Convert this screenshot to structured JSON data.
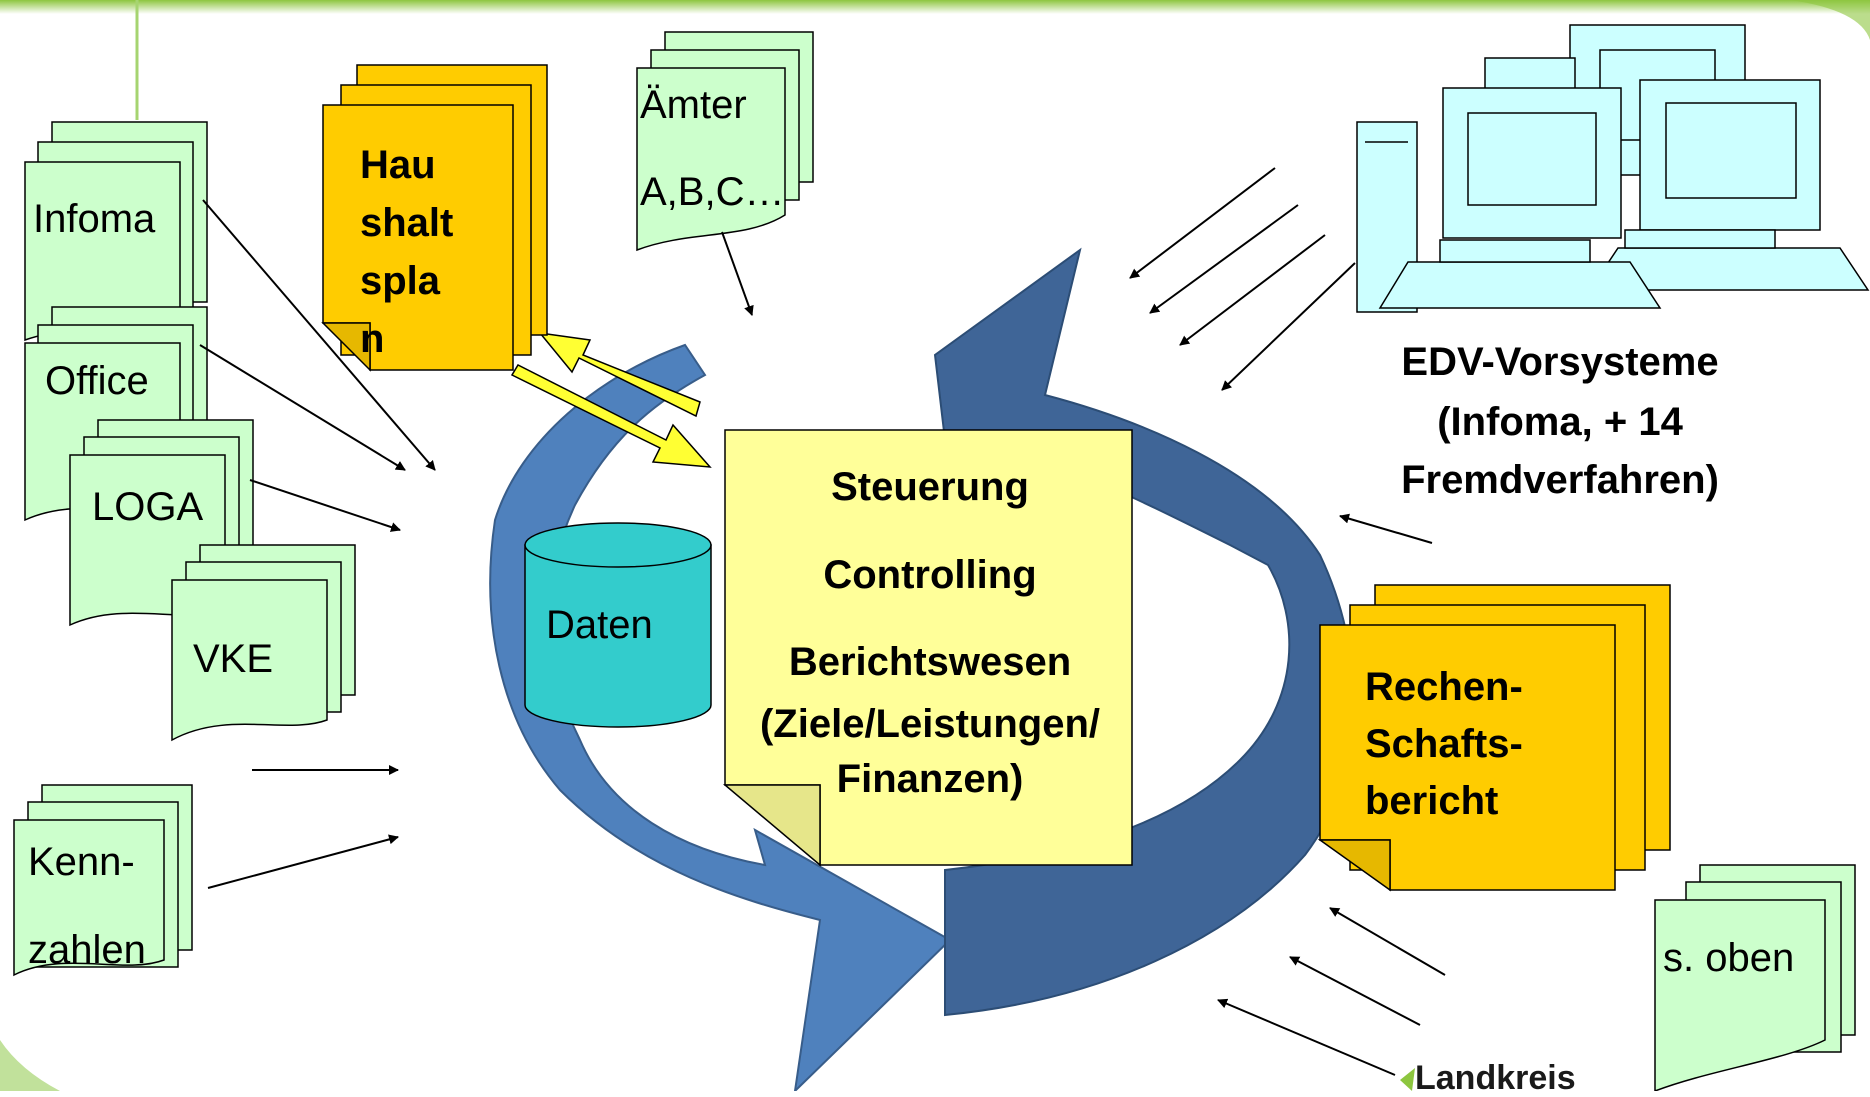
{
  "left_docs": {
    "infoma": "Infoma",
    "office": "Office",
    "loga": "LOGA",
    "vke": "VKE",
    "kennzahlen_1": "Kenn-",
    "kennzahlen_2": "zahlen"
  },
  "aemter": {
    "line1": "Ämter",
    "line2": "A,B,C…"
  },
  "haushaltsplan": {
    "line1": "Hau",
    "line2": "shalt",
    "line3": "spla",
    "line4": "n"
  },
  "center_doc": {
    "steuerung": "Steuerung",
    "controlling": "Controlling",
    "berichtswesen": "Berichtswesen",
    "ziele": "(Ziele/Leistungen/",
    "finanzen": "Finanzen)"
  },
  "database": {
    "label": "Daten"
  },
  "edv": {
    "line1": "EDV-Vorsysteme",
    "line2": "(Infoma, + 14",
    "line3": "Fremdverfahren)"
  },
  "rechenschaft": {
    "line1": "Rechen-",
    "line2": "Schafts-",
    "line3": "bericht"
  },
  "soben": {
    "label": "s. oben"
  },
  "logo": {
    "text": "Landkreis"
  },
  "colors": {
    "green_doc": "#ccffcc",
    "orange_doc": "#ffcc00",
    "yellow_doc": "#ffff99",
    "cycle_dark": "#3f6597",
    "cycle_light": "#4f81bd",
    "cylinder": "#33cccc",
    "yellow_arrow": "#ffff33",
    "monitor": "#ccffff",
    "frame_green": "#8dc63f"
  }
}
